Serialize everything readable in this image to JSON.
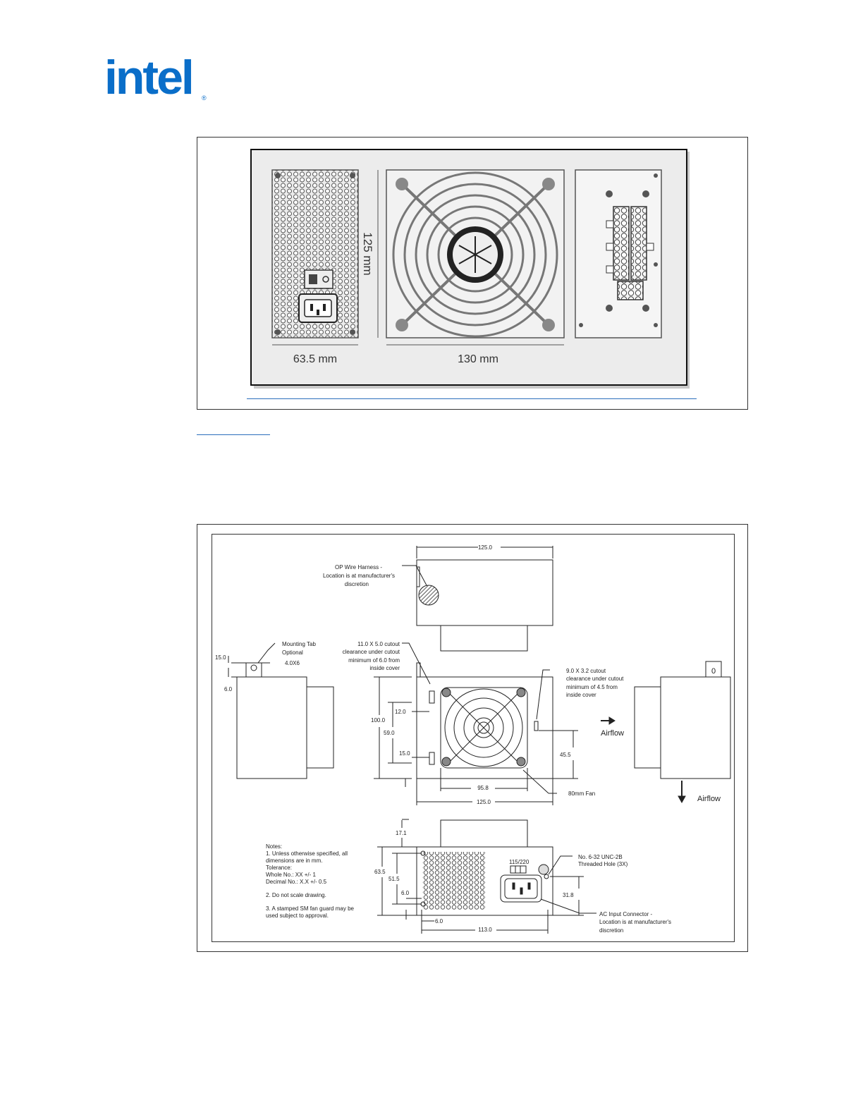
{
  "header": {
    "logo_text": "intel",
    "logo_mark": "®",
    "brand_color": "#0a6ec9"
  },
  "figure1": {
    "dim_height": "125 mm",
    "dim_width_left": "63.5 mm",
    "dim_width_center": "130 mm"
  },
  "figure2": {
    "top_view": {
      "dim_width": "125.0",
      "harness_label": [
        "OP Wire Harness -",
        "Location is at manufacturer's",
        "discretion"
      ]
    },
    "left_view": {
      "tab_label": [
        "Mounting Tab",
        "Optional"
      ],
      "hole_label": "4.0X6",
      "dim_15": "15.0",
      "dim_6": "6.0"
    },
    "center_view": {
      "cutout_left_label": [
        "11.0 X 5.0 cutout",
        "clearance under cutout",
        "minimum of 6.0 from",
        "inside cover"
      ],
      "cutout_right_label": [
        "9.0 X 3.2 cutout",
        "clearance under cutout",
        "minimum of 4.5 from",
        "inside cover"
      ],
      "dim_100": "100.0",
      "dim_59": "59.0",
      "dim_12": "12.0",
      "dim_15": "15.0",
      "dim_45_5": "45.5",
      "dim_95_8": "95.8",
      "dim_125": "125.0",
      "fan_label": "80mm Fan"
    },
    "right_view": {
      "tab_mark": "0",
      "airflow_horizontal": "Airflow",
      "airflow_vertical": "Airflow"
    },
    "bottom_view": {
      "notes": [
        "Notes:",
        "1. Unless otherwise specified, all",
        "dimensions are in mm.",
        "Tolerance:",
        "Whole No.:  XX +/- 1",
        "Decimal No.:  X.X +/- 0.5",
        "",
        "2.  Do not scale drawing.",
        "",
        "3.  A stamped SM fan guard may be",
        "used subject to approval."
      ],
      "dim_17_1": "17.1",
      "dim_63_5": "63.5",
      "dim_51_5": "51.5",
      "dim_6_a": "6.0",
      "dim_6_b": "6.0",
      "dim_113": "113.0",
      "dim_31_8": "31.8",
      "switch_label": "115/220",
      "threaded_label": [
        "No. 6-32 UNC-2B",
        "Threaded Hole (3X)"
      ],
      "ac_label": [
        "AC Input Connector -",
        "Location is at manufacturer's",
        "discretion"
      ]
    }
  }
}
